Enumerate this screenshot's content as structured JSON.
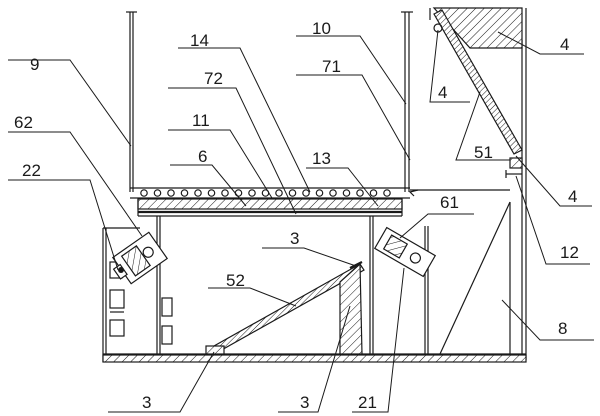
{
  "labels": [
    {
      "id": "9",
      "text": "9"
    },
    {
      "id": "62",
      "text": "62"
    },
    {
      "id": "22",
      "text": "22"
    },
    {
      "id": "14",
      "text": "14"
    },
    {
      "id": "72",
      "text": "72"
    },
    {
      "id": "11",
      "text": "11"
    },
    {
      "id": "6",
      "text": "6"
    },
    {
      "id": "10",
      "text": "10"
    },
    {
      "id": "71",
      "text": "71"
    },
    {
      "id": "13",
      "text": "13"
    },
    {
      "id": "4a",
      "text": "4"
    },
    {
      "id": "4b",
      "text": "4"
    },
    {
      "id": "4c",
      "text": "4"
    },
    {
      "id": "51",
      "text": "51"
    },
    {
      "id": "12",
      "text": "12"
    },
    {
      "id": "61",
      "text": "61"
    },
    {
      "id": "3a",
      "text": "3"
    },
    {
      "id": "52",
      "text": "52"
    },
    {
      "id": "8",
      "text": "8"
    },
    {
      "id": "3b",
      "text": "3"
    },
    {
      "id": "3c",
      "text": "3"
    },
    {
      "id": "21",
      "text": "21"
    }
  ]
}
